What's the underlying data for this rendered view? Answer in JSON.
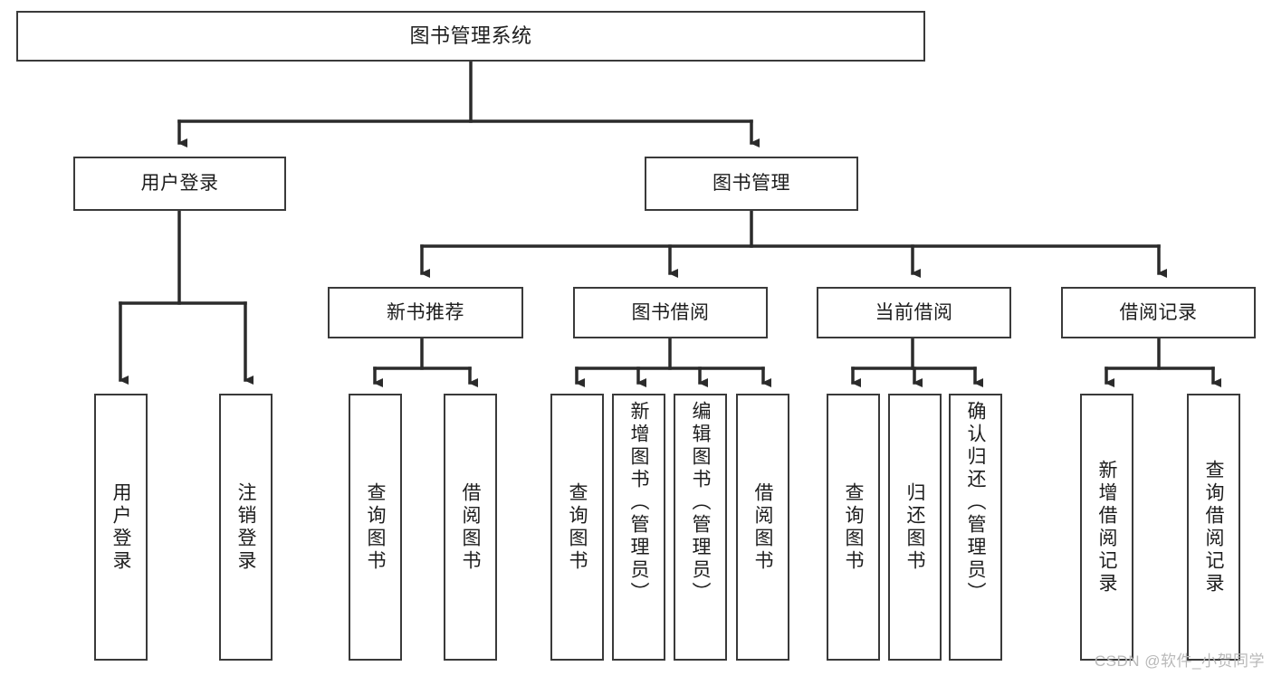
{
  "diagram": {
    "title": "图书管理系统",
    "type": "tree",
    "watermark": "CSDN @软件_小贺同学",
    "colors": {
      "node_border": "#3a3a3a",
      "node_fill": "#ffffff",
      "edge": "#2b2b2b",
      "text": "#1d1d1d",
      "watermark": "#b9b9b9"
    },
    "nodes": {
      "root": {
        "label": "图书管理系统"
      },
      "level1": [
        {
          "id": "user-login",
          "label": "用户登录"
        },
        {
          "id": "book-manage",
          "label": "图书管理"
        }
      ],
      "level2": [
        {
          "id": "new-book-recommend",
          "label": "新书推荐",
          "parent": "book-manage"
        },
        {
          "id": "book-borrow",
          "label": "图书借阅",
          "parent": "book-manage"
        },
        {
          "id": "current-borrow",
          "label": "当前借阅",
          "parent": "book-manage"
        },
        {
          "id": "borrow-record",
          "label": "借阅记录",
          "parent": "book-manage"
        }
      ],
      "leaves": [
        {
          "id": "leaf-user-login",
          "label": "用户登录",
          "parent": "user-login"
        },
        {
          "id": "leaf-logout",
          "label": "注销登录",
          "parent": "user-login"
        },
        {
          "id": "leaf-query-book-1",
          "label": "查询图书",
          "parent": "new-book-recommend"
        },
        {
          "id": "leaf-borrow-book-1",
          "label": "借阅图书",
          "parent": "new-book-recommend"
        },
        {
          "id": "leaf-query-book-2",
          "label": "查询图书",
          "parent": "book-borrow"
        },
        {
          "id": "leaf-add-book",
          "label": "新增图书（管理员）",
          "parent": "book-borrow"
        },
        {
          "id": "leaf-edit-book",
          "label": "编辑图书（管理员）",
          "parent": "book-borrow"
        },
        {
          "id": "leaf-borrow-book-2",
          "label": "借阅图书",
          "parent": "book-borrow"
        },
        {
          "id": "leaf-query-book-3",
          "label": "查询图书",
          "parent": "current-borrow"
        },
        {
          "id": "leaf-return-book",
          "label": "归还图书",
          "parent": "current-borrow"
        },
        {
          "id": "leaf-confirm-return",
          "label": "确认归还（管理员）",
          "parent": "current-borrow"
        },
        {
          "id": "leaf-add-record",
          "label": "新增借阅记录",
          "parent": "borrow-record"
        },
        {
          "id": "leaf-query-record",
          "label": "查询借阅记录",
          "parent": "borrow-record"
        }
      ]
    }
  }
}
